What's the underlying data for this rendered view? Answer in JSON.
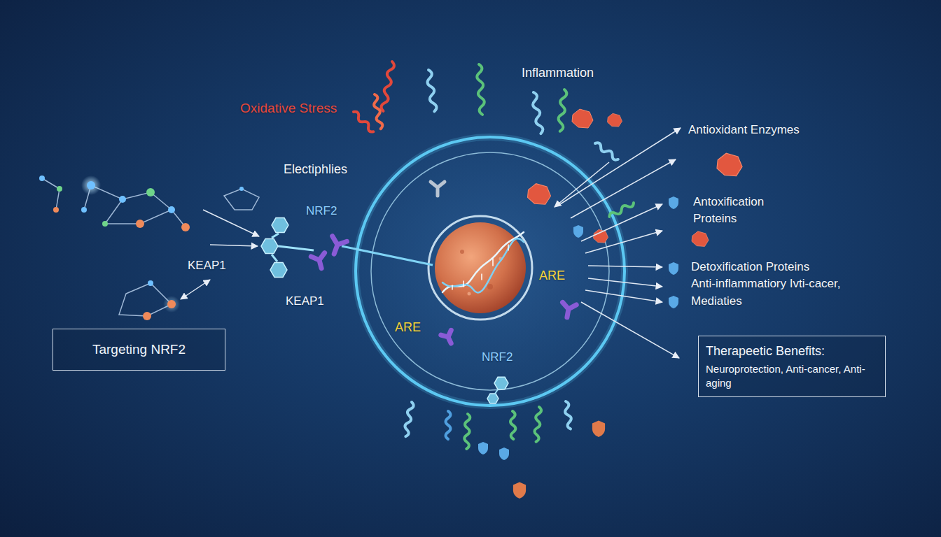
{
  "diagram": {
    "nodes": [
      {
        "text": [
          "Targeting NRF2"
        ]
      },
      {
        "text": [
          "Therapeetic Benefits:",
          "Neuroprotection, Anti-cancer, Anti-aging"
        ]
      }
    ],
    "labels": [
      "Inflammation",
      "Oxidative Stress",
      "Antioxidant Enzymes",
      "Electiphlies",
      "Antoxification Proteins",
      "NRF2",
      "KEAP1",
      "ARE",
      "Detoxification Proteins",
      "Anti-inflammatiory Ivti-cacer,",
      "Mediaties",
      "KEAP1",
      "ARE",
      "NRF2"
    ]
  }
}
